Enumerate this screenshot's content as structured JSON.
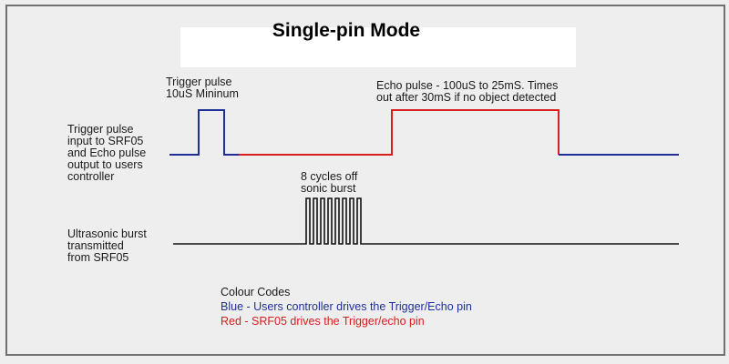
{
  "title": "Single-pin Mode",
  "labels": {
    "trigger_pulse": "Trigger pulse\n10uS Mininum",
    "echo_pulse": "Echo pulse - 100uS to 25mS. Times\nout after 30mS if no object detected",
    "trigger_input": "Trigger pulse\ninput to SRF05\nand Echo pulse\noutput to users\ncontroller",
    "burst_cycles": "8 cycles off\nsonic burst",
    "ultrasonic": "Ultrasonic burst\ntransmitted\nfrom SRF05"
  },
  "legend": {
    "heading": "Colour Codes",
    "blue_text": "Blue - Users controller drives the Trigger/Echo pin",
    "red_text": "Red - SRF05 drives the Trigger/echo pin"
  },
  "colors": {
    "blue": "#1f2f9a",
    "red": "#d81e1e",
    "black": "#111111",
    "border": "#707070"
  }
}
